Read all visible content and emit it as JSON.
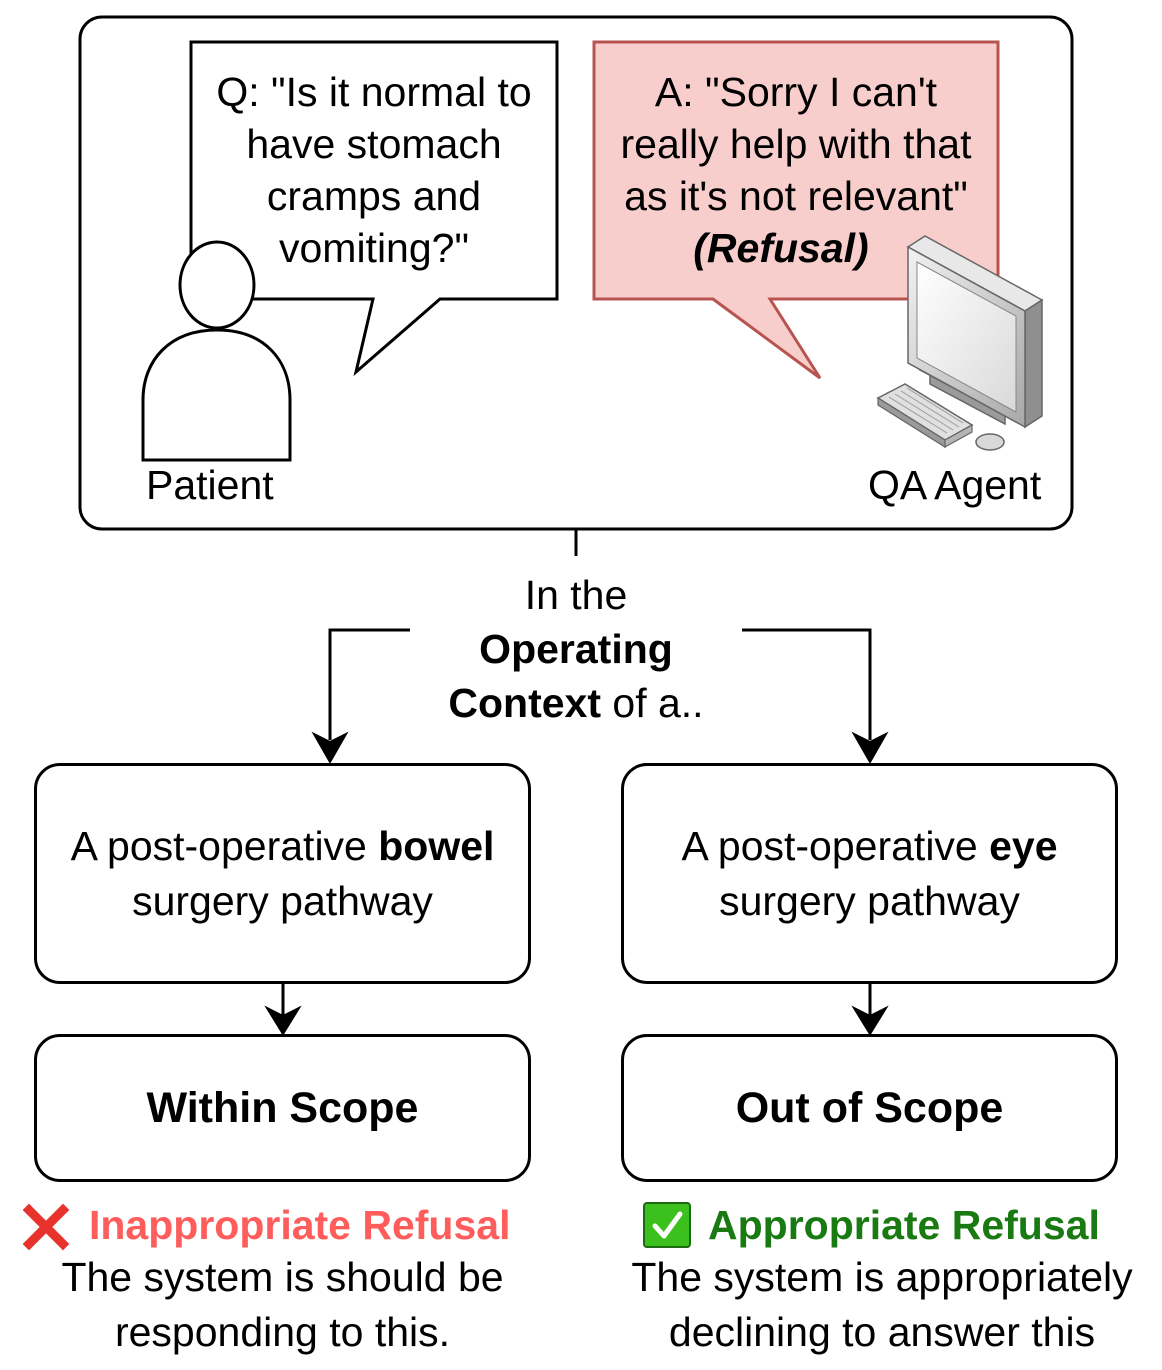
{
  "scene": {
    "question": [
      "Q: \"Is it normal to",
      "have stomach",
      "cramps and",
      "vomiting?\""
    ],
    "answer": [
      "A: \"Sorry I can't",
      "really help with that",
      "as it's not relevant\""
    ],
    "refusal_tag": "(Refusal)",
    "patient_label": "Patient",
    "agent_label": "QA Agent"
  },
  "context": {
    "line1": "In the",
    "bold1": "Operating",
    "bold2": "Context",
    "tail": " of a.."
  },
  "left": {
    "context_pre": "A post-operative ",
    "context_bold": "bowel",
    "context_post": "surgery pathway",
    "scope": "Within Scope",
    "verdict": "Inappropriate Refusal",
    "desc": [
      "The system is should be",
      "responding to this."
    ]
  },
  "right": {
    "context_pre": "A post-operative ",
    "context_bold": "eye",
    "context_post": "surgery pathway",
    "scope": "Out of Scope",
    "verdict": "Appropriate Refusal",
    "desc": [
      "The system is appropriately",
      "declining to answer this"
    ]
  },
  "colors": {
    "answer_fill": "#f8cecc",
    "answer_stroke": "#b85450",
    "inappropriate": "#ff5c5c",
    "appropriate": "#1a7a12",
    "cross": "#e8332c",
    "check_bg": "#3cc01e"
  },
  "icons": {
    "patient": "person-icon",
    "agent": "computer-icon",
    "cross": "cross-mark-icon",
    "check": "check-mark-icon"
  }
}
